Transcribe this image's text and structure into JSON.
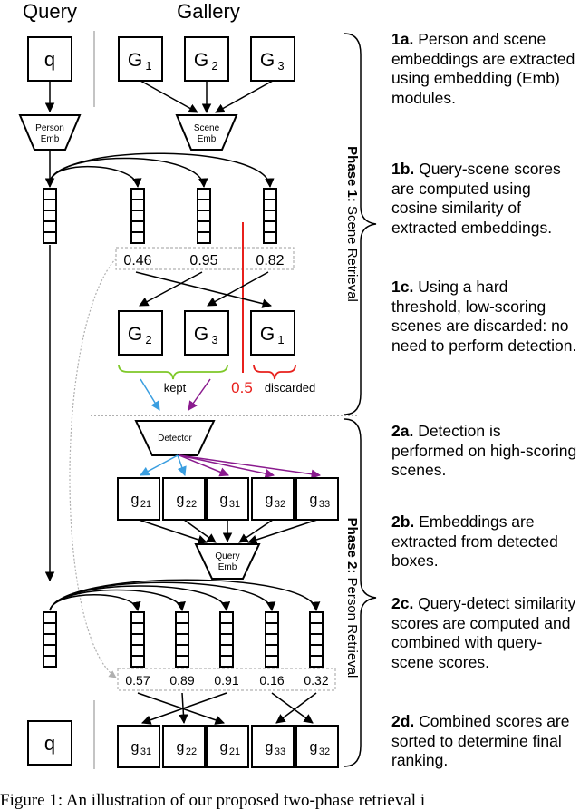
{
  "headers": {
    "query": "Query",
    "gallery": "Gallery"
  },
  "top_row": {
    "query": "q",
    "gallery": [
      {
        "base": "G",
        "sub": "1"
      },
      {
        "base": "G",
        "sub": "2"
      },
      {
        "base": "G",
        "sub": "3"
      }
    ]
  },
  "modules": {
    "person_emb": [
      "Person",
      "Emb"
    ],
    "scene_emb": [
      "Scene",
      "Emb"
    ],
    "detector": "Detector",
    "query_emb": [
      "Query",
      "Emb"
    ]
  },
  "phase1": {
    "scores": [
      "0.46",
      "0.95",
      "0.82"
    ],
    "ranked": [
      {
        "base": "G",
        "sub": "2"
      },
      {
        "base": "G",
        "sub": "3"
      },
      {
        "base": "G",
        "sub": "1"
      }
    ],
    "threshold": "0.5",
    "kept_label": "kept",
    "discarded_label": "discarded",
    "label_bold": "Phase 1:",
    "label_rest": " Scene Retrieval"
  },
  "phase2": {
    "detections": [
      {
        "base": "g",
        "sub": "21"
      },
      {
        "base": "g",
        "sub": "22"
      },
      {
        "base": "g",
        "sub": "31"
      },
      {
        "base": "g",
        "sub": "32"
      },
      {
        "base": "g",
        "sub": "33"
      }
    ],
    "scores": [
      "0.57",
      "0.89",
      "0.91",
      "0.16",
      "0.32"
    ],
    "final_query": "q",
    "final": [
      {
        "base": "g",
        "sub": "31"
      },
      {
        "base": "g",
        "sub": "22"
      },
      {
        "base": "g",
        "sub": "21"
      },
      {
        "base": "g",
        "sub": "33"
      },
      {
        "base": "g",
        "sub": "32"
      }
    ],
    "label_bold": "Phase 2:",
    "label_rest": " Person Retrieval"
  },
  "notes": [
    {
      "id": "1a.",
      "text": " Person and scene embeddings are extracted using embedding (Emb) modules."
    },
    {
      "id": "1b.",
      "text": " Query-scene scores are computed using cosine similarity of extracted embeddings."
    },
    {
      "id": "1c.",
      "text": " Using a hard threshold, low-scoring scenes are discarded: no need to perform detection."
    },
    {
      "id": "2a.",
      "text": " Detection is performed on high-scoring scenes."
    },
    {
      "id": "2b.",
      "text": " Embeddings are extracted from detected boxes."
    },
    {
      "id": "2c.",
      "text": " Query-detect similarity scores are computed and combined with query-scene scores."
    },
    {
      "id": "2d.",
      "text": " Combined scores are sorted to determine final ranking."
    }
  ],
  "caption": "Figure 1: An illustration of our proposed two-phase retrieval i",
  "colors": {
    "threshold": "#e8201c",
    "kept": "#7ec828",
    "discarded": "#e8201c",
    "blue_arrow": "#3a9ee0",
    "purple_arrow": "#8a1a8e",
    "grey": "#b0b0b0"
  }
}
